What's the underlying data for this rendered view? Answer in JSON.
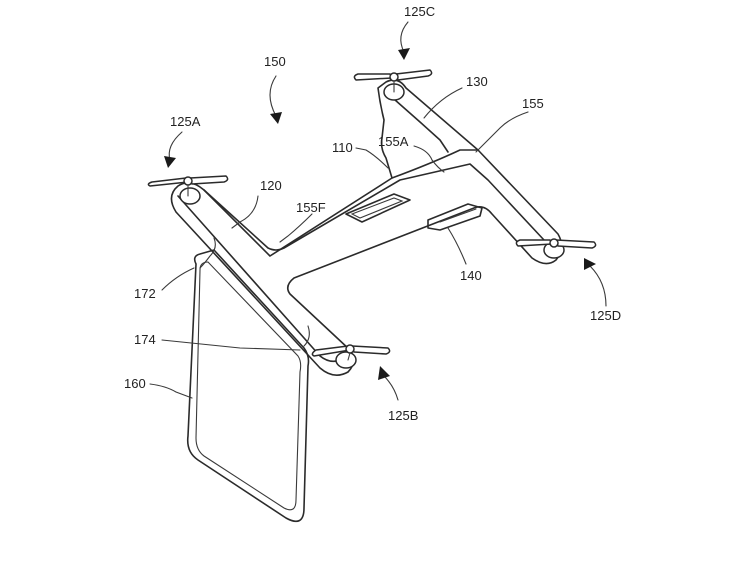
{
  "labels": {
    "l150": "150",
    "l125c": "125C",
    "l130": "130",
    "l155": "155",
    "l125a": "125A",
    "l110": "110",
    "l155a": "155A",
    "l120": "120",
    "l155f": "155F",
    "l140": "140",
    "l172": "172",
    "l125d": "125D",
    "l174": "174",
    "l160": "160",
    "l125b": "125B"
  },
  "colors": {
    "line": "#2b2b2b",
    "background": "#ffffff"
  }
}
